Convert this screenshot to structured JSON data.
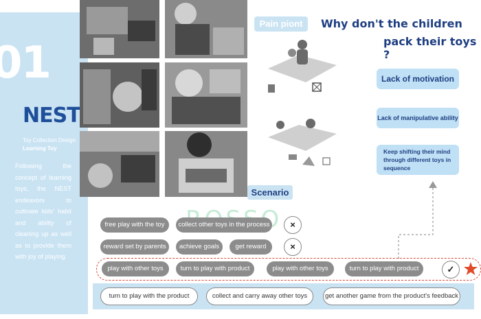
{
  "sidebar": {
    "number": "01",
    "title": "NEST",
    "subtitle_1": "Toy Collection Design",
    "subtitle_2": "Learning Toy",
    "description": "Following the concept of learning toys, the NEST endeavors to cultivate kids' habit and ability of cleaning up as well as to provide them with joy of playing."
  },
  "header": {
    "pain_point_label": "Pain piont",
    "question_line_1": "Why don't the children",
    "question_line_2": "pack their toys ?"
  },
  "reasons": [
    "Lack of motivation",
    "Lack of manipulative ability",
    "Keep shifting their mind through different toys in sequence"
  ],
  "scenario_label": "Scenario",
  "watermark": "ROSSO",
  "flows": {
    "row1": [
      "free play with the toy",
      "collect other toys in the process",
      "×"
    ],
    "row2": [
      "reward set by parents",
      "achieve goals",
      "get reward",
      "×"
    ],
    "row3": [
      "play with other toys",
      "turn to play with product",
      "play with other toys",
      "turn to play with product",
      "✓"
    ],
    "row4": [
      "turn to play with the product",
      "collect and  carry away other toys",
      "get another game from the product's feedback"
    ]
  },
  "colors": {
    "sidebar_bg": "#c9e3f3",
    "title_blue": "#1f4e9a",
    "pill_gray": "#8c8c8c",
    "star_red": "#e04a2a"
  }
}
